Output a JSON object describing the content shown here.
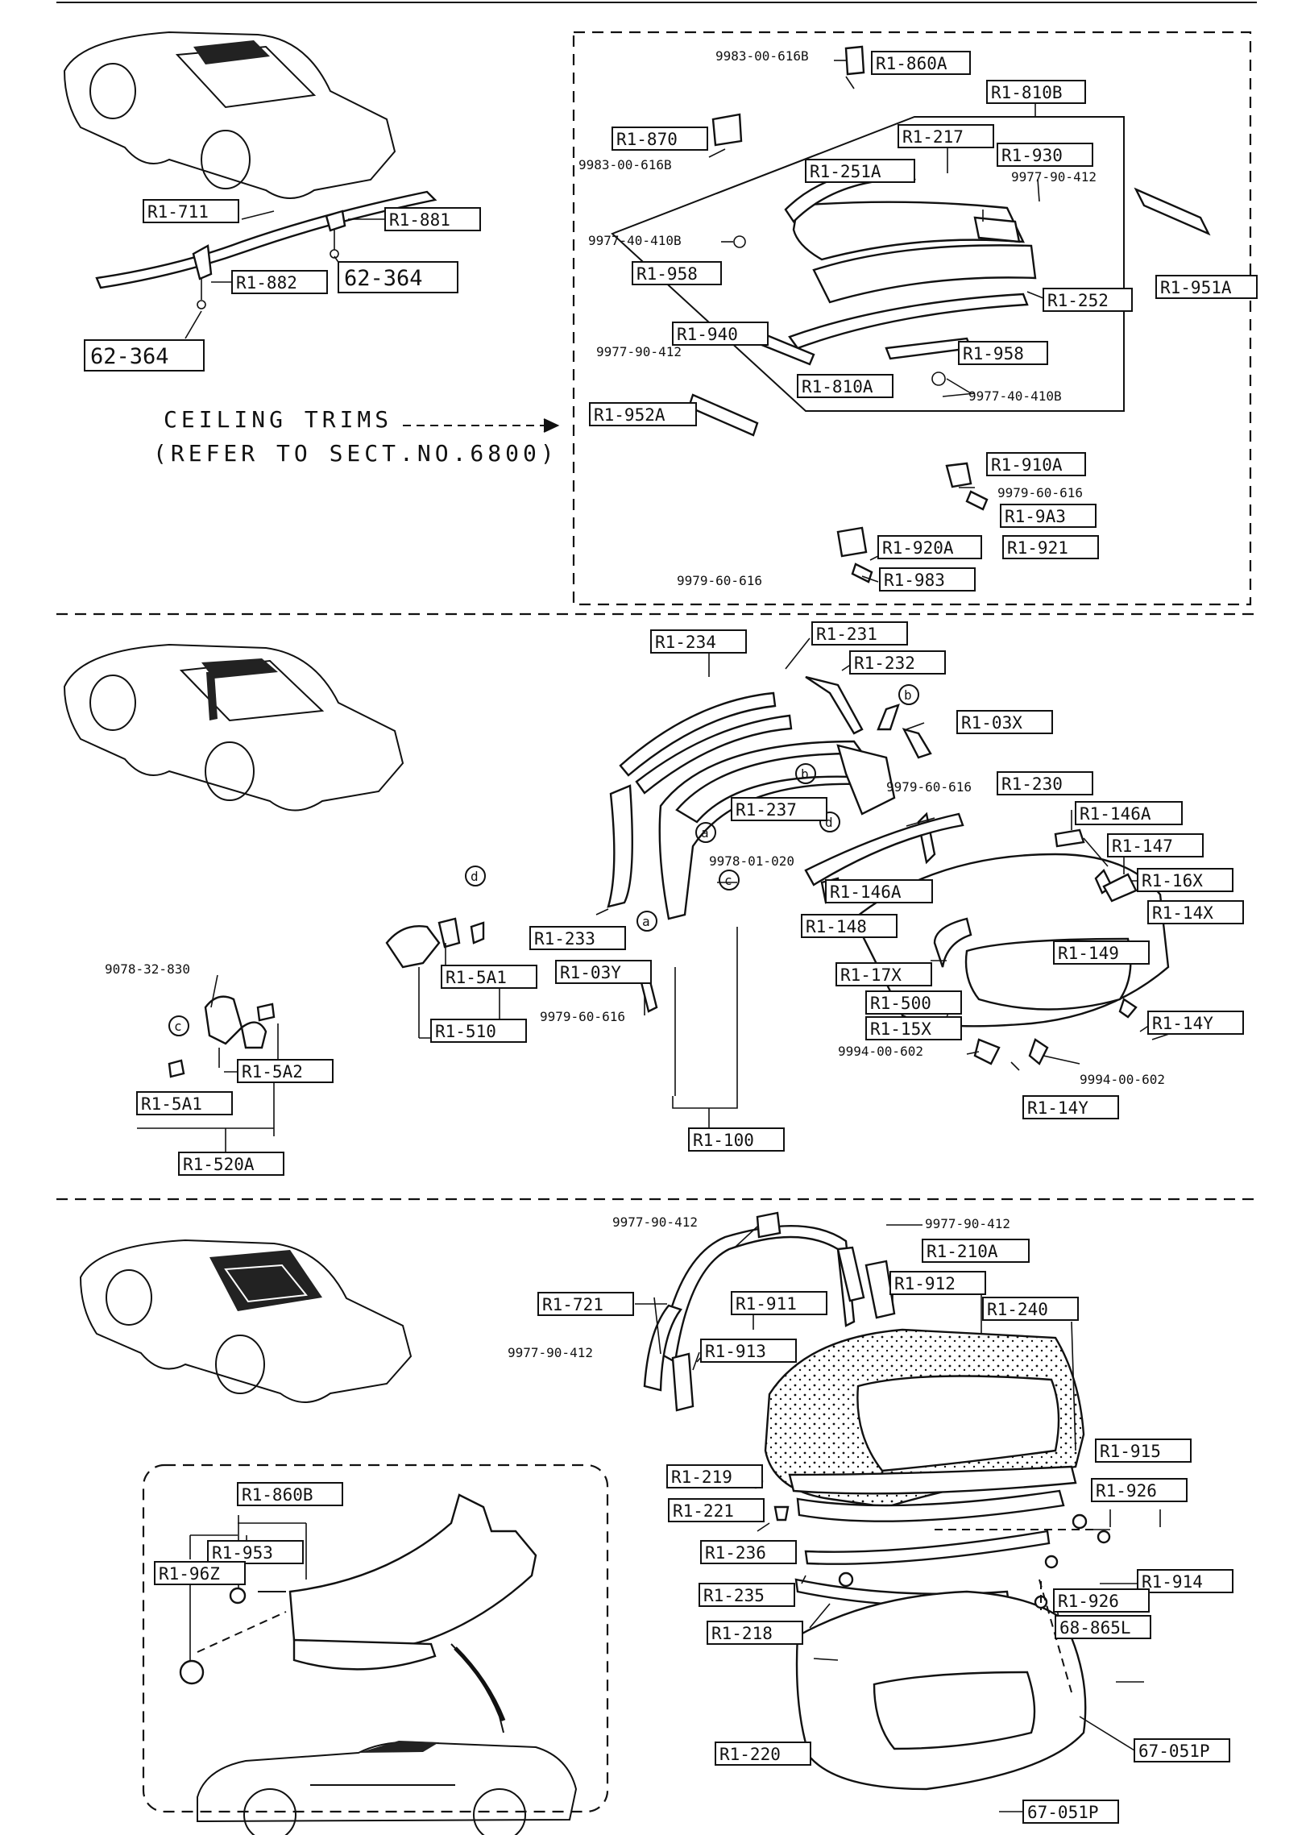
{
  "sections": {
    "ceiling_note": {
      "line1": "CEILING TRIMS",
      "line2": "(REFER TO SECT.NO.6800)"
    }
  },
  "labels": {
    "r1_711": "R1-711",
    "r1_881": "R1-881",
    "r1_882": "R1-882",
    "n62_364_a": "62-364",
    "n62_364_b": "62-364",
    "n9983_a": "9983-00-616B",
    "r1_860a": "R1-860A",
    "r1_810b": "R1-810B",
    "r1_870": "R1-870",
    "n9983_b": "9983-00-616B",
    "r1_217": "R1-217",
    "r1_930": "R1-930",
    "n9977_412_a": "9977-90-412",
    "r1_251a": "R1-251A",
    "n9977_410_a": "9977-40-410B",
    "r1_958_a": "R1-958",
    "r1_951a": "R1-951A",
    "r1_252": "R1-252",
    "r1_940": "R1-940",
    "n9977_412_b": "9977-90-412",
    "r1_958_b": "R1-958",
    "r1_810a": "R1-810A",
    "n9977_410_b": "9977-40-410B",
    "r1_952a": "R1-952A",
    "r1_910a": "R1-910A",
    "n9979_a": "9979-60-616",
    "r1_9a3": "R1-9A3",
    "r1_921": "R1-921",
    "r1_920a": "R1-920A",
    "n9979_b": "9979-60-616",
    "r1_983": "R1-983",
    "r1_234": "R1-234",
    "r1_231": "R1-231",
    "r1_232": "R1-232",
    "c_b1": "b",
    "r1_03x": "R1-03X",
    "n9979_c": "9979-60-616",
    "c_b2": "b",
    "r1_237": "R1-237",
    "c_d1": "d",
    "c_a1": "a",
    "r1_230": "R1-230",
    "r1_146a_a": "R1-146A",
    "r1_147": "R1-147",
    "n9978": "9978-01-020",
    "c_c1": "c",
    "r1_16x": "R1-16X",
    "r1_146a_b": "R1-146A",
    "r1_14x": "R1-14X",
    "c_d2": "d",
    "r1_148": "R1-148",
    "r1_149": "R1-149",
    "r1_233": "R1-233",
    "c_a2": "a",
    "r1_17x": "R1-17X",
    "r1_5a1_a": "R1-5A1",
    "r1_03y": "R1-03Y",
    "r1_500": "R1-500",
    "r1_14y_a": "R1-14Y",
    "n9078": "9078-32-830",
    "r1_510": "R1-510",
    "n9979_d": "9979-60-616",
    "r1_15x": "R1-15X",
    "c_c2": "c",
    "n9994_a": "9994-00-602",
    "r1_5a2": "R1-5A2",
    "n9994_b": "9994-00-602",
    "r1_5a1_b": "R1-5A1",
    "r1_14y_b": "R1-14Y",
    "r1_100": "R1-100",
    "r1_520a": "R1-520A",
    "n9977_412_c": "9977-90-412",
    "n9977_412_d": "9977-90-412",
    "r1_210a": "R1-210A",
    "r1_721": "R1-721",
    "r1_911": "R1-911",
    "r1_912": "R1-912",
    "r1_240": "R1-240",
    "n9977_412_e": "9977-90-412",
    "r1_913": "R1-913",
    "r1_860b": "R1-860B",
    "r1_953": "R1-953",
    "r1_96z": "R1-96Z",
    "r1_915": "R1-915",
    "r1_219": "R1-219",
    "r1_926_a": "R1-926",
    "r1_221": "R1-221",
    "r1_236": "R1-236",
    "r1_914": "R1-914",
    "r1_926_b": "R1-926",
    "r1_235": "R1-235",
    "r1_218": "R1-218",
    "n68_865l": "68-865L",
    "r1_220": "R1-220",
    "n67_051p_a": "67-051P",
    "n67_051p_b": "67-051P"
  },
  "icons": [
    "car-hardtop-icon",
    "car-targa-icon",
    "car-softtop-icon",
    "car-convertible-icon"
  ]
}
